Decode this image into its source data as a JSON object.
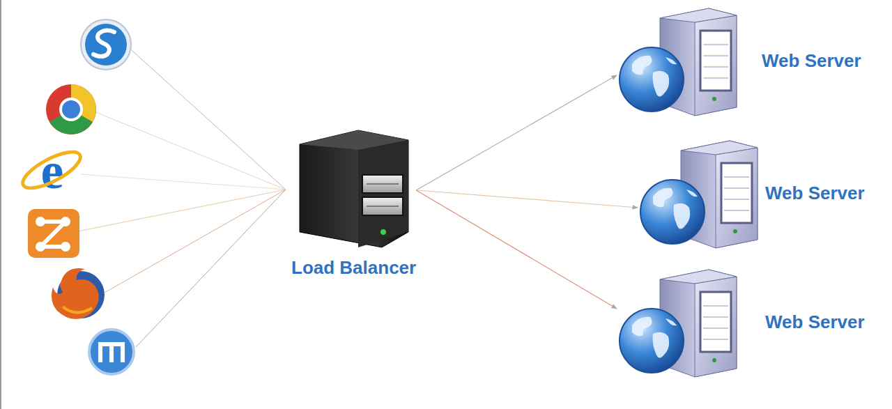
{
  "diagram": {
    "nodes": [
      {
        "text": [
          "Load Balancer"
        ]
      },
      {
        "text": [
          "Web Server"
        ]
      },
      {
        "text": [
          "Web Server"
        ]
      },
      {
        "text": [
          "Web Server"
        ]
      }
    ],
    "edges": [
      {
        "from": 0,
        "to": 1,
        "arrow": "to"
      },
      {
        "from": 0,
        "to": 2,
        "arrow": "to"
      },
      {
        "from": 0,
        "to": 3,
        "arrow": "to"
      }
    ]
  }
}
